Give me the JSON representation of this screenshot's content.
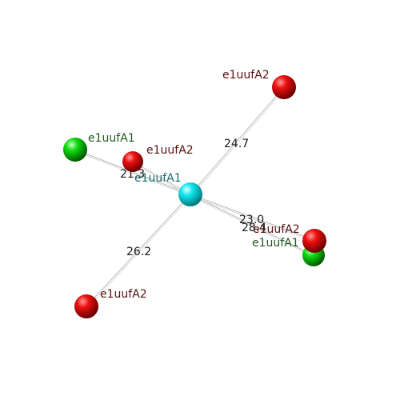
{
  "colors": {
    "background": "#ffffff",
    "bond": "#b8b8b8",
    "center_atom": "#00e5ee",
    "red_atom": "#dd0000",
    "green_atom": "#00cc00",
    "label_A1": "#1f5a1f",
    "label_A2": "#5a1010",
    "label_center": "#1f6a6a",
    "distance_text": "#1a1a1a"
  },
  "center": {
    "label": "e1uufA1",
    "color_key": "center_atom"
  },
  "atoms": [
    {
      "id": "a1",
      "label": "e1uufA2",
      "color_key": "red_atom",
      "label_color_key": "label_A2",
      "distance": "24.7"
    },
    {
      "id": "a2",
      "label": "e1uufA1",
      "color_key": "green_atom",
      "label_color_key": "label_A1",
      "distance": ""
    },
    {
      "id": "a3",
      "label": "e1uufA2",
      "color_key": "red_atom",
      "label_color_key": "label_A2",
      "distance": "21.3"
    },
    {
      "id": "a4",
      "label": "e1uufA2",
      "color_key": "red_atom",
      "label_color_key": "label_A2",
      "distance": "23.0"
    },
    {
      "id": "a5",
      "label": "e1uufA1",
      "color_key": "green_atom",
      "label_color_key": "label_A1",
      "distance": "28.4"
    },
    {
      "id": "a6",
      "label": "e1uufA2",
      "color_key": "red_atom",
      "label_color_key": "label_A2",
      "distance": "26.2"
    }
  ]
}
